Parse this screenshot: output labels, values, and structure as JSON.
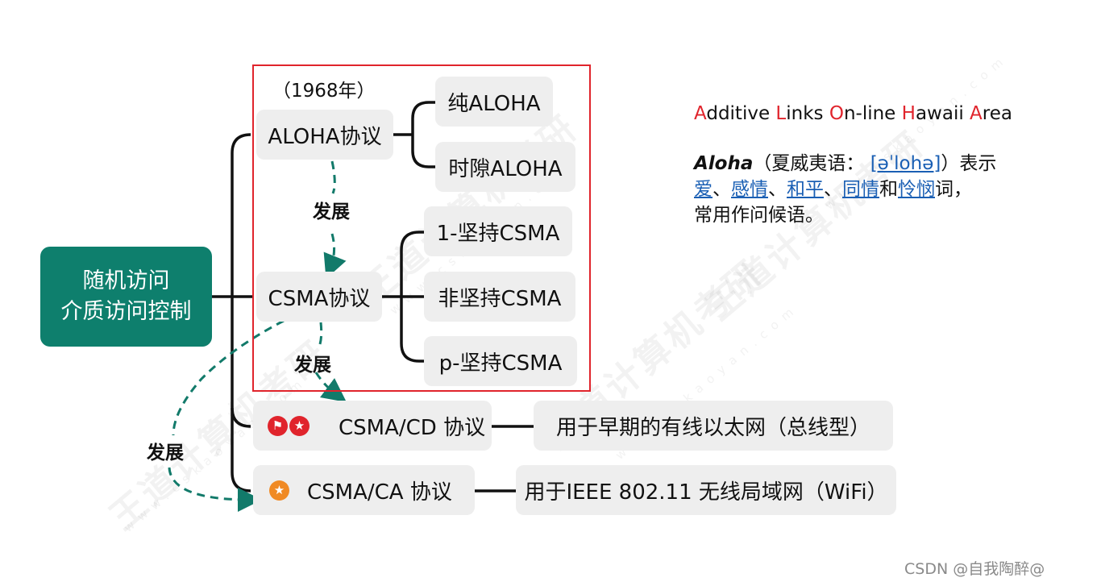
{
  "root": {
    "line1": "随机访问",
    "line2": "介质访问控制"
  },
  "year": "（1968年）",
  "aloha": {
    "label": "ALOHA协议",
    "children": [
      "纯ALOHA",
      "时隙ALOHA"
    ]
  },
  "develop1": "发展",
  "csma": {
    "label": "CSMA协议",
    "children": [
      "1-坚持CSMA",
      "非坚持CSMA",
      "p-坚持CSMA"
    ]
  },
  "develop2": "发展",
  "develop3": "发展",
  "csmacd": {
    "label": "CSMA/CD 协议",
    "desc": "用于早期的有线以太网（总线型）",
    "badge1": "⚑",
    "badge2": "★"
  },
  "csmaca": {
    "label": "CSMA/CA 协议",
    "desc": "用于IEEE 802.11 无线局域网（WiFi）",
    "badge": "★"
  },
  "acronym": {
    "parts": [
      {
        "red": "A",
        "rest": "dditive "
      },
      {
        "red": "L",
        "rest": "inks "
      },
      {
        "red": "O",
        "rest": "n-line "
      },
      {
        "red": "H",
        "rest": "awaii "
      },
      {
        "red": "A",
        "rest": "rea"
      }
    ]
  },
  "aloha_note": {
    "word": "Aloha",
    "paren_open": "（夏威夷语：",
    "ipa": "[əˈlohə]",
    "paren_close": "）表示",
    "link1": "爱",
    "sep1": "、",
    "link2": "感情",
    "sep2": "、",
    "link3": "和平",
    "sep3": "、",
    "link4": "同情",
    "and": "和",
    "link5": "怜悯",
    "tail": "词，",
    "line3": "常用作问候语。"
  },
  "watermark": {
    "text": "王道计算机考研",
    "url": "www.cskaoyan.com"
  },
  "credit": "CSDN @自我陶醉@",
  "colors": {
    "root": "#0e7f6d",
    "red": "#e0242c",
    "badge_red": "#e0242c",
    "badge_orange": "#f08a24",
    "arrow": "#127a6a",
    "link": "#1a5fb4"
  }
}
